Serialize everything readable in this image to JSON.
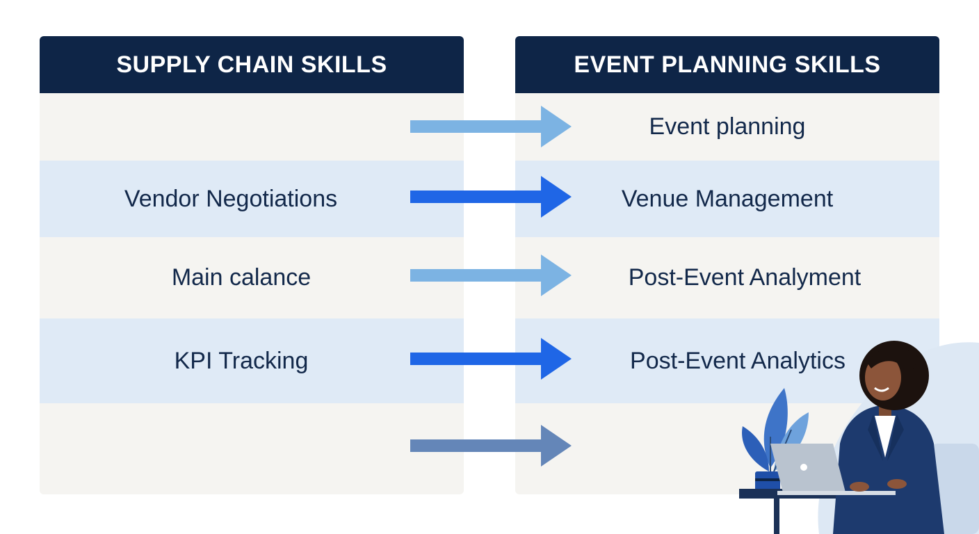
{
  "left_column": {
    "header": "SUPPLY CHAIN SKILLS",
    "rows": [
      "",
      "Vendor Negotiations",
      "Main calance",
      "KPI Tracking",
      ""
    ]
  },
  "right_column": {
    "header": "EVENT PLANNING SKILLS",
    "rows": [
      "Event planning",
      "Venue Management",
      "Post-Event Analyment",
      "Post-Event Analytics",
      ""
    ]
  },
  "arrows": [
    {
      "color": "#7cb3e3"
    },
    {
      "color": "#1f66e6"
    },
    {
      "color": "#7cb3e3"
    },
    {
      "color": "#1f66e6"
    },
    {
      "color": "#6486b8"
    }
  ],
  "colors": {
    "header_bg": "#0e2547",
    "row_light": "#f5f4f1",
    "row_blue": "#dfeaf6",
    "text": "#12284a"
  },
  "illustration": {
    "icon": "professional-woman-at-laptop-icon"
  }
}
